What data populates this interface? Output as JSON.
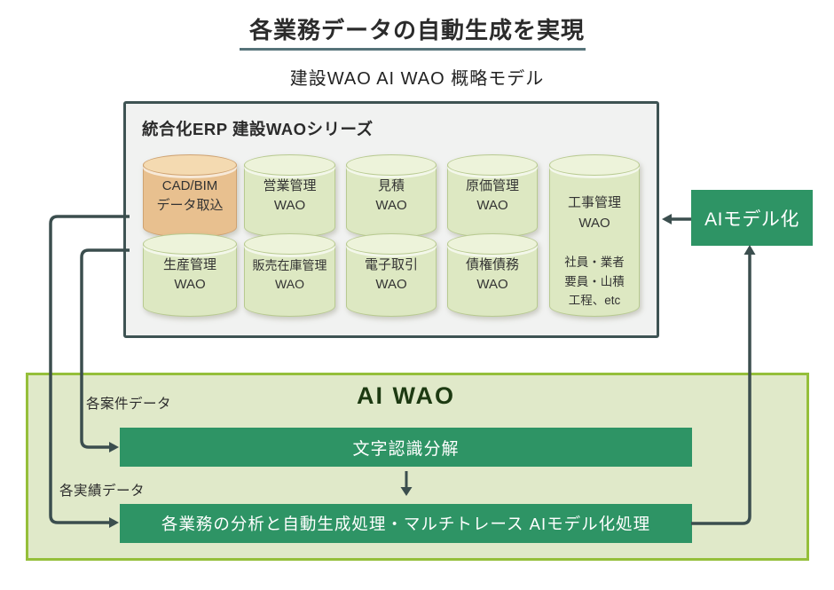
{
  "header": {
    "title": "各業務データの自動生成を実現",
    "subtitle": "建設WAO AI WAO 概略モデル"
  },
  "erp": {
    "title": "統合化ERP 建設WAOシリーズ",
    "cylinders": [
      {
        "line1": "CAD/BIM",
        "line2": "データ取込",
        "variant": "orange"
      },
      {
        "line1": "営業管理",
        "line2": "WAO",
        "variant": "green"
      },
      {
        "line1": "見積",
        "line2": "WAO",
        "variant": "green"
      },
      {
        "line1": "原価管理",
        "line2": "WAO",
        "variant": "green"
      },
      {
        "line1": "工事管理",
        "line2": "WAO",
        "line3": "社員・業者",
        "line4": "要員・山積",
        "line5": "工程、etc",
        "variant": "green",
        "tall": true
      },
      {
        "line1": "生産管理",
        "line2": "WAO",
        "variant": "green"
      },
      {
        "line1": "販売在庫管理",
        "line2": "WAO",
        "variant": "green"
      },
      {
        "line1": "電子取引",
        "line2": "WAO",
        "variant": "green"
      },
      {
        "line1": "債権債務",
        "line2": "WAO",
        "variant": "green"
      }
    ]
  },
  "ai_model_box": {
    "label": "AIモデル化"
  },
  "ai_wao": {
    "title": "AI WAO",
    "label_case_data": "各案件データ",
    "label_result_data": "各実績データ",
    "bar_recognition": "文字認識分解",
    "bar_analysis": "各業務の分析と自動生成処理・マルチトレース AIモデル化処理"
  },
  "colors": {
    "accent_green": "#2e9465",
    "light_green_bg": "#e0e9c9",
    "yellow_green_border": "#95bf3a",
    "dark_slate": "#3b4e4e",
    "erp_bg": "#f1f2f1",
    "erp_border": "#3e5353",
    "cyl_green_body": "#dde8c2",
    "cyl_green_top": "#edf3da",
    "cyl_orange_body": "#e8c08f",
    "cyl_orange_top": "#f4dab1",
    "dark_green_text": "#1d3a12",
    "underline": "#567379"
  }
}
